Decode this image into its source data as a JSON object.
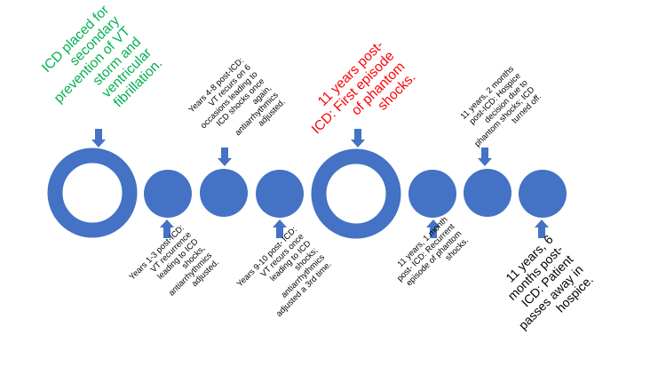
{
  "colors": {
    "node": "#4472C4",
    "arrow": "#4472C4",
    "green": "#00B050",
    "red": "#FF0000",
    "black": "#000000"
  },
  "labels": {
    "icd_placed": [
      "ICD placed for",
      "secondary",
      "prevention of VT",
      "storm and",
      "ventricular",
      "fibrillation."
    ],
    "years_1_3": [
      "Years 1-3 post-ICD:",
      "VT recurrence",
      "leading to ICD",
      "shocks,",
      "antiarrhythmics",
      "adjusted."
    ],
    "years_4_8": [
      "Years 4-8 post-ICD:",
      "VT recurs on 6",
      "occasions leading to",
      "ICD shocks once",
      "again,",
      "antiarrhythmics",
      "adjusted."
    ],
    "years_9_10": [
      "Years 9-10 post- ICD:",
      "VT recurs once",
      "leading to ICD",
      "shocks;",
      "antiarrhythmics",
      "adjusted a 3rd time."
    ],
    "y11_first_phantom": [
      "11 years post-",
      "ICD: First episode",
      "of phantom",
      "shocks."
    ],
    "y11_1m": [
      "11 years, 1 month",
      "post- ICD: Recurrent",
      "episode of phantom",
      "shocks."
    ],
    "y11_2m": [
      "11 years, 2 months",
      "post-ICD: Hospice",
      "decision due to",
      "phantom shocks; ICD",
      "turned off."
    ],
    "y11_6m": [
      "11 years, 6",
      "months post-",
      "ICD: Patient",
      "passes away in",
      "hospice."
    ]
  }
}
